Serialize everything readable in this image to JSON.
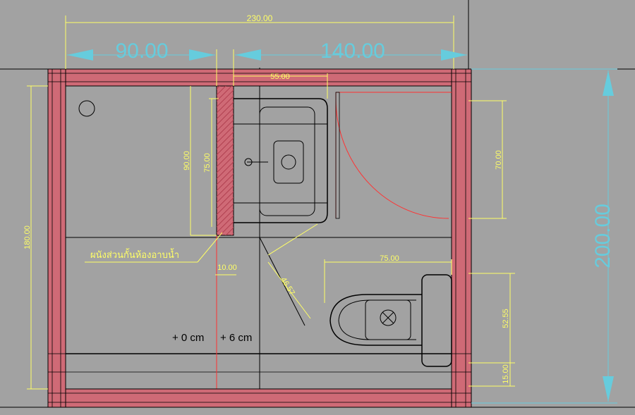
{
  "dimensions": {
    "overall_width": "230.00",
    "left_width": "90.00",
    "right_width": "140.00",
    "sink_width": "55.00",
    "overall_height": "200.00",
    "left_height": "180.00",
    "partition_height": "90.00",
    "partition_inner": "75.00",
    "door_width": "70.00",
    "toilet_width": "75.00",
    "toilet_depth": "52.55",
    "bottom_gap": "15.00",
    "partition_thickness": "10.00",
    "diagonal": "46.57"
  },
  "annotations": {
    "partition_label": "ผนังส่วนกั้นห้องอาบน้ำ",
    "level_1": "+ 0 cm",
    "level_2": "+ 6 cm"
  },
  "colors": {
    "background": "#a2a2a2",
    "wall": "#cf6a76",
    "dimension_yellow": "#ffff66",
    "dimension_cyan": "#66ccdd",
    "door_swing": "#ff3333"
  }
}
